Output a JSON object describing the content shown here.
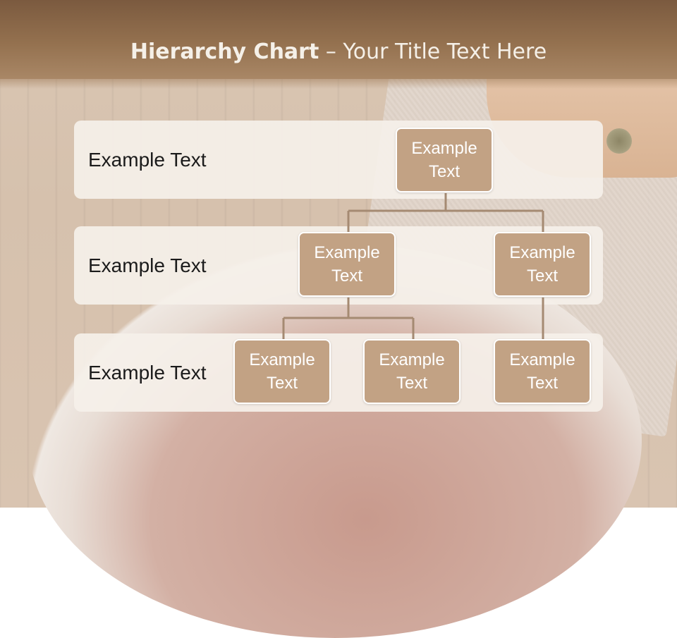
{
  "slide": {
    "title_bold": "Hierarchy Chart",
    "title_rest": " – Your Title Text Here"
  },
  "rows": [
    {
      "label": "Example Text"
    },
    {
      "label": "Example Text"
    },
    {
      "label": "Example Text"
    }
  ],
  "nodes": [
    {
      "id": "root",
      "label": "Example Text"
    },
    {
      "id": "level2-left",
      "label": "Example Text"
    },
    {
      "id": "level2-right",
      "label": "Example Text"
    },
    {
      "id": "level3-a",
      "label": "Example Text"
    },
    {
      "id": "level3-b",
      "label": "Example Text"
    },
    {
      "id": "level3-c",
      "label": "Example Text"
    }
  ],
  "edges": [
    [
      "root",
      "level2-left"
    ],
    [
      "root",
      "level2-right"
    ],
    [
      "level2-left",
      "level3-a"
    ],
    [
      "level2-left",
      "level3-b"
    ],
    [
      "level2-right",
      "level3-c"
    ]
  ],
  "colors": {
    "header": "#8a6647",
    "node_fill": "#c2a284",
    "connector": "#a58a72",
    "band": "#f5f0ea"
  }
}
